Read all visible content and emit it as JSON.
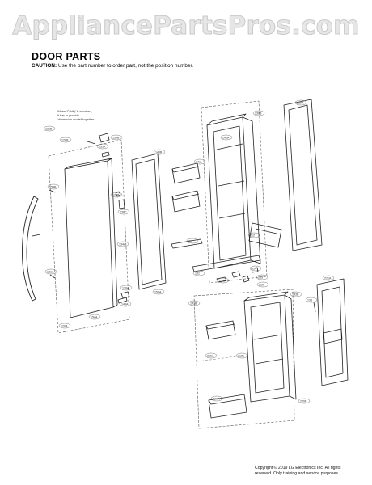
{
  "watermark": "AppliancePartsPros.com",
  "header": {
    "title": "DOOR PARTS",
    "caution_label": "CAUTION:",
    "caution_text": "Use the part number to order part, not the position number."
  },
  "notes": {
    "ice_note": [
      "When ‘C(idk)’ is serviced,",
      "it has to provide",
      "‘dimension model’ together."
    ]
  },
  "callouts": [
    "230A",
    "131B",
    "130B",
    "230B",
    "120B",
    "154B",
    "140B",
    "123B",
    "1411",
    "131A",
    "134A",
    "211",
    "212",
    "130A",
    "120A",
    "154A",
    "150A",
    "131",
    "215A",
    "214",
    "213",
    "210",
    "141B",
    "143B",
    "216A",
    "135",
    "221A",
    "220A",
    "2121",
    "220B",
    "133A",
    "230C",
    "241A",
    "140A"
  ],
  "copyright": {
    "line1": "Copyright © 2019 LG Electronics Inc. All rights",
    "line2": "reserved. Only training and service purposes."
  }
}
